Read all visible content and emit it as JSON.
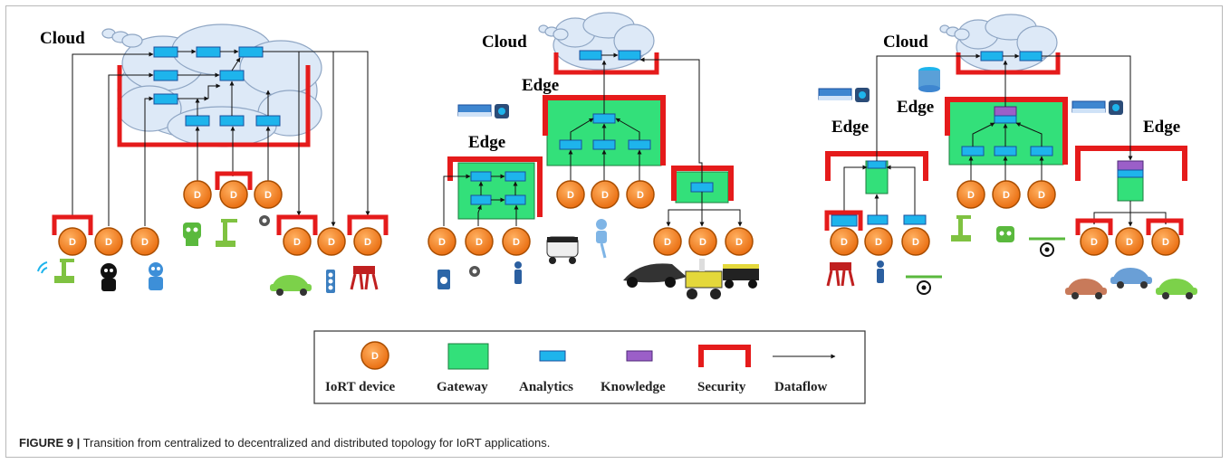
{
  "labels": {
    "cloud": "Cloud",
    "edge": "Edge",
    "device_letter": "D"
  },
  "legend": {
    "items": [
      {
        "key": "iort-device",
        "label": "IoRT device"
      },
      {
        "key": "gateway",
        "label": "Gateway"
      },
      {
        "key": "analytics",
        "label": "Analytics"
      },
      {
        "key": "knowledge",
        "label": "Knowledge"
      },
      {
        "key": "security",
        "label": "Security"
      },
      {
        "key": "dataflow",
        "label": "Dataflow"
      }
    ]
  },
  "caption": {
    "figure": "FIGURE 9 |",
    "text": "Transition from centralized to decentralized and distributed topology for IoRT applications."
  },
  "colors": {
    "device": "#f07f18",
    "device_border": "#a84d00",
    "gateway": "#33e07a",
    "analytics": "#1eb4ec",
    "knowledge": "#9b5fc8",
    "security": "#e51b1b",
    "cloud": "#dde9f7",
    "dataflow": "#111111"
  },
  "icons": [
    "robot-arm-icon",
    "wifi-icon",
    "robot-icon",
    "gear-icon",
    "car-icon",
    "traffic-light-icon",
    "legged-robot-icon",
    "server-icon",
    "database-icon",
    "drone-icon",
    "delivery-robot-icon",
    "person-icon",
    "rover-icon"
  ]
}
